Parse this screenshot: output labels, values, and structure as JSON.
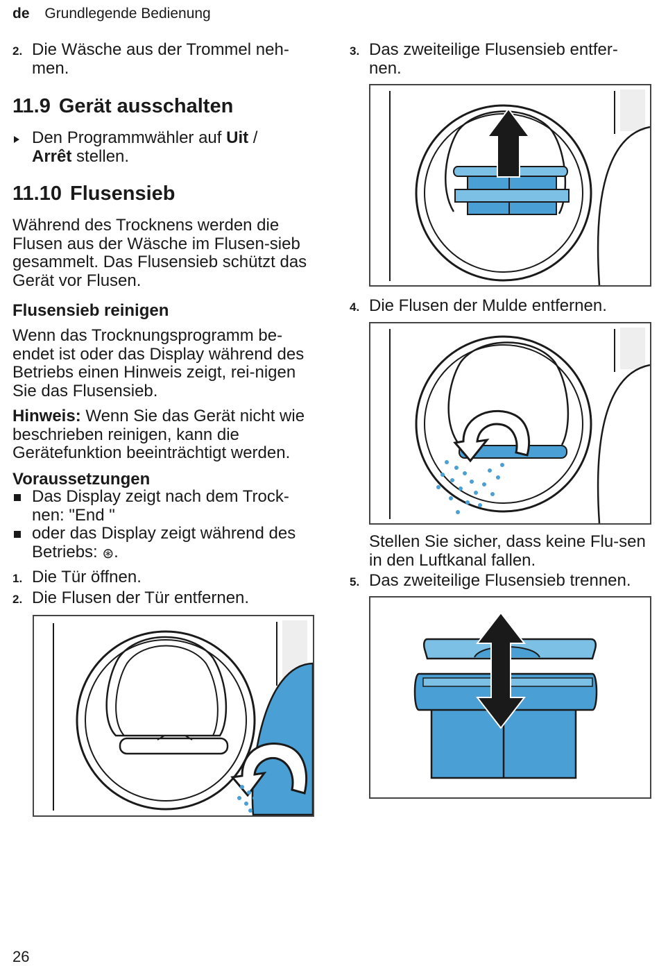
{
  "header": {
    "lang": "de",
    "section": "Grundlegende Bedienung"
  },
  "page_number": "26",
  "left": {
    "step2_top": {
      "num": "2.",
      "text": "Die Wäsche aus der Trommel neh-men."
    },
    "sec119": {
      "num": "11.9",
      "title": "Gerät ausschalten",
      "action_pre": "Den Programmwähler auf ",
      "action_b1": "Uit",
      "action_mid": " / ",
      "action_b2": "Arrêt",
      "action_post": " stellen."
    },
    "sec1110": {
      "num": "11.10",
      "title": "Flusensieb"
    },
    "intro": "Während des Trocknens werden die Flusen aus der Wäsche im Flusen-sieb gesammelt. Das Flusensieb schützt das Gerät vor Flusen.",
    "sub_title": "Flusensieb reinigen",
    "sub_text": "Wenn das Trocknungsprogramm be-endet ist oder das Display während des Betriebs einen Hinweis zeigt, rei-nigen Sie das Flusensieb.",
    "note_label": "Hinweis:",
    "note_text": " Wenn Sie das Gerät nicht wie beschrieben reinigen, kann die Gerätefunktion beeinträchtigt werden.",
    "prereq_title": "Voraussetzungen",
    "prereq1": "Das Display zeigt nach dem Trock-nen: \"End \"",
    "prereq2": "oder das Display zeigt während des Betriebs: ",
    "prereq2_icon": "⊛",
    "prereq2_end": ".",
    "step1": {
      "num": "1.",
      "text": "Die Tür öffnen."
    },
    "step2": {
      "num": "2.",
      "text": "Die Flusen der Tür entfernen."
    }
  },
  "right": {
    "step3": {
      "num": "3.",
      "text": "Das zweiteilige Flusensieb entfer-nen."
    },
    "step4": {
      "num": "4.",
      "text": "Die Flusen der Mulde entfernen."
    },
    "caution": "Stellen Sie sicher, dass keine Flu-sen in den Luftkanal fallen.",
    "step5": {
      "num": "5.",
      "text": "Das zweiteilige Flusensieb trennen."
    }
  },
  "colors": {
    "filter_blue": "#4a9fd4",
    "filter_light": "#7dc0e6",
    "outline": "#1a1a1a",
    "frame": "#444444"
  }
}
